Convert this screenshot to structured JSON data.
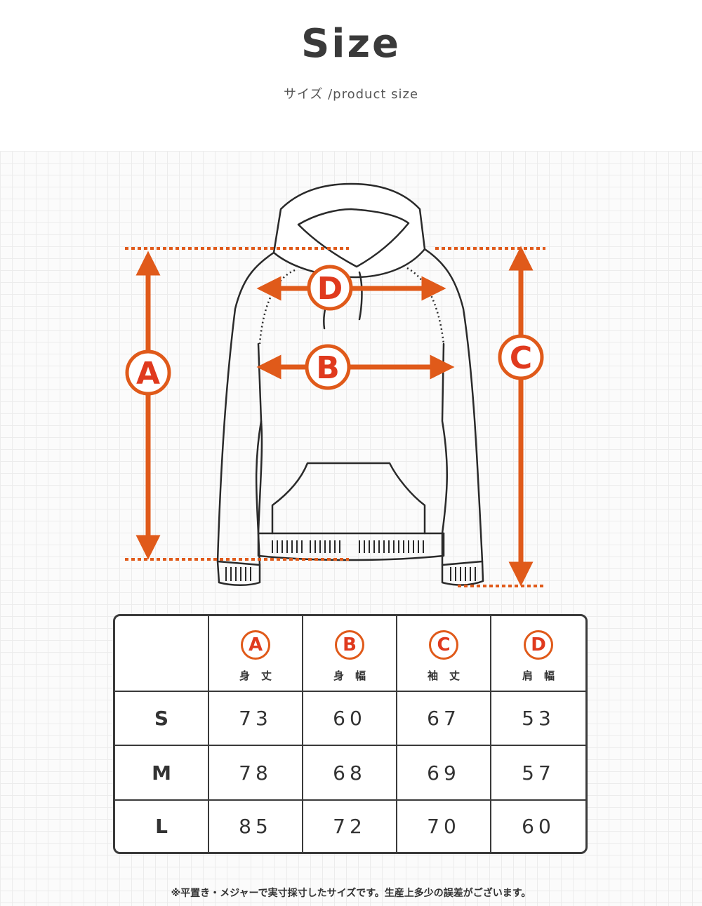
{
  "header": {
    "title": "Size",
    "subtitle": "サイズ /product size"
  },
  "diagram": {
    "labels": {
      "a": "A",
      "b": "B",
      "c": "C",
      "d": "D"
    },
    "colors": {
      "accent": "#e05a1a",
      "label": "#e03a1e",
      "outline": "#2a2a2a"
    }
  },
  "table": {
    "columns": [
      {
        "badge": "A",
        "label": "身丈"
      },
      {
        "badge": "B",
        "label": "身幅"
      },
      {
        "badge": "C",
        "label": "袖丈"
      },
      {
        "badge": "D",
        "label": "肩幅"
      }
    ],
    "rows": [
      {
        "size": "S",
        "values": [
          "73",
          "60",
          "67",
          "53"
        ]
      },
      {
        "size": "M",
        "values": [
          "78",
          "68",
          "69",
          "57"
        ]
      },
      {
        "size": "L",
        "values": [
          "85",
          "72",
          "70",
          "60"
        ]
      }
    ]
  },
  "note": "※平置き・メジャーで実寸採寸したサイズです。生産上多少の誤差がございます。"
}
